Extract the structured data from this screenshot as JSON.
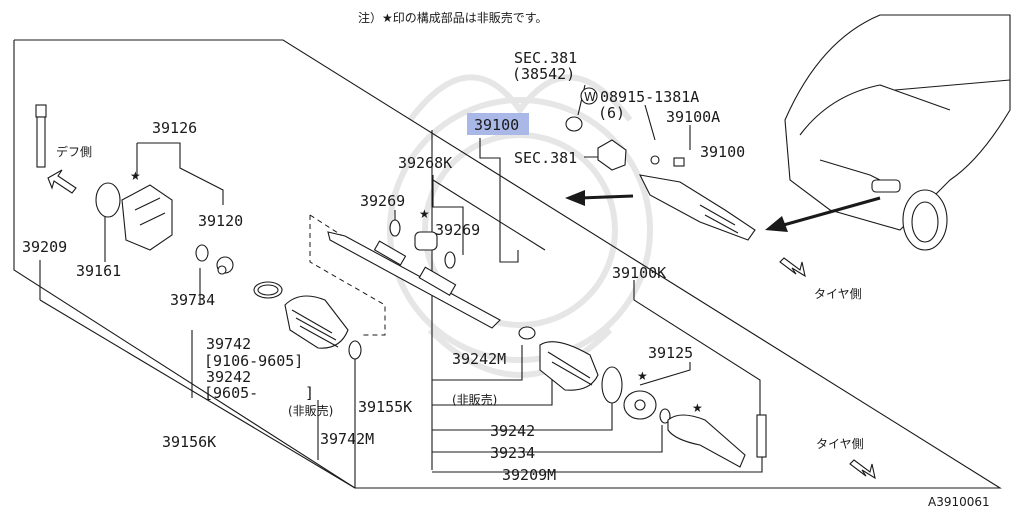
{
  "note": "注）★印の構成部品は非販売です。",
  "figure_code": "A3910061",
  "highlight_color": "#a9b8e6",
  "labels": {
    "sec381_top": "SEC.381",
    "sec381_top_num": "(38542)",
    "washer_code": "08915-1381A",
    "washer_marker": "W",
    "washer_qty": "(6)",
    "p39100_main": "39100",
    "p39100a": "39100A",
    "sec381_mid": "SEC.381",
    "p39100_right": "39100",
    "p39126": "39126",
    "diff_side": "デフ側",
    "p39120": "39120",
    "p39209": "39209",
    "p39161": "39161",
    "p39734": "39734",
    "p39268k": "39268K",
    "p39269_left": "39269",
    "p39269_right": "39269",
    "p39742": "39742",
    "p39742_range": "[9106-9605]",
    "p39242": "39242",
    "p39242_range": "[9605-",
    "p39242_range_end": "]",
    "not_for_sale_1": "(非販売)",
    "p39156k": "39156K",
    "p39742m": "39742M",
    "p39100k": "39100K",
    "tire_side_1": "タイヤ側",
    "p39242m": "39242M",
    "p39125": "39125",
    "p39155k": "39155K",
    "not_for_sale_2": "(非販売)",
    "p39242_lower": "39242",
    "p39234": "39234",
    "p39209m": "39209M",
    "tire_side_2": "タイヤ側"
  }
}
